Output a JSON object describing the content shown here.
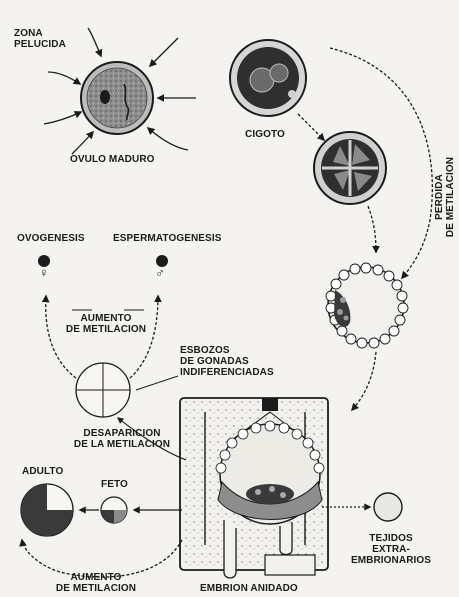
{
  "labels": {
    "zona_pelucida": "ZONA\nPELUCIDA",
    "ovulo_maduro": "OVULO MADURO",
    "cigoto": "CIGOTO",
    "perdida_metilacion": "PERDIDA\nDE METILACION",
    "ovogenesis": "OVOGENESIS",
    "espermatogenesis": "ESPERMATOGENESIS",
    "aumento_metilacion_top": "AUMENTO\nDE METILACION",
    "esbozos_gonadas": "ESBOZOS\nDE GONADAS\nINDIFERENCIADAS",
    "desaparicion_metilacion": "DESAPARICION\nDE LA METILACION",
    "adulto": "ADULTO",
    "feto": "FETO",
    "tejidos_extraembrionarios": "TEJIDOS\nEXTRA-\nEMBRIONARIOS",
    "aumento_metilacion_bottom": "AUMENTO\nDE METILACION",
    "embrion_anidado": "EMBRION ANIDADO"
  },
  "symbols": {
    "female": "♀",
    "male": "♂"
  },
  "colors": {
    "ink": "#1b1b1b",
    "paper": "#f4f3ef",
    "gray_fill": "#9a9a9a",
    "dark_fill": "#3a3a3a"
  }
}
